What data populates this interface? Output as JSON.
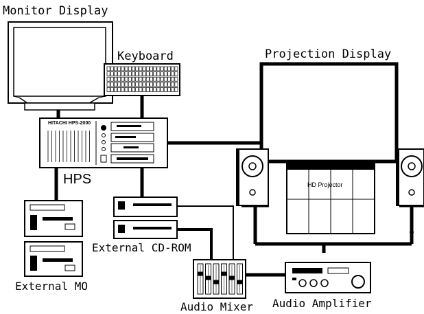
{
  "labels": {
    "monitor_display": "Monitor Display",
    "keyboard": "Keyboard",
    "projection_display": "Projection Display",
    "hps": "HPS",
    "hps_badge": "HITACHI HPS-2000",
    "hd_projector": "HD Projector",
    "external_cd_rom": "External CD-ROM",
    "external_mo": "External MO",
    "audio_mixer": "Audio Mixer",
    "audio_amplifier": "Audio Amplifier"
  }
}
